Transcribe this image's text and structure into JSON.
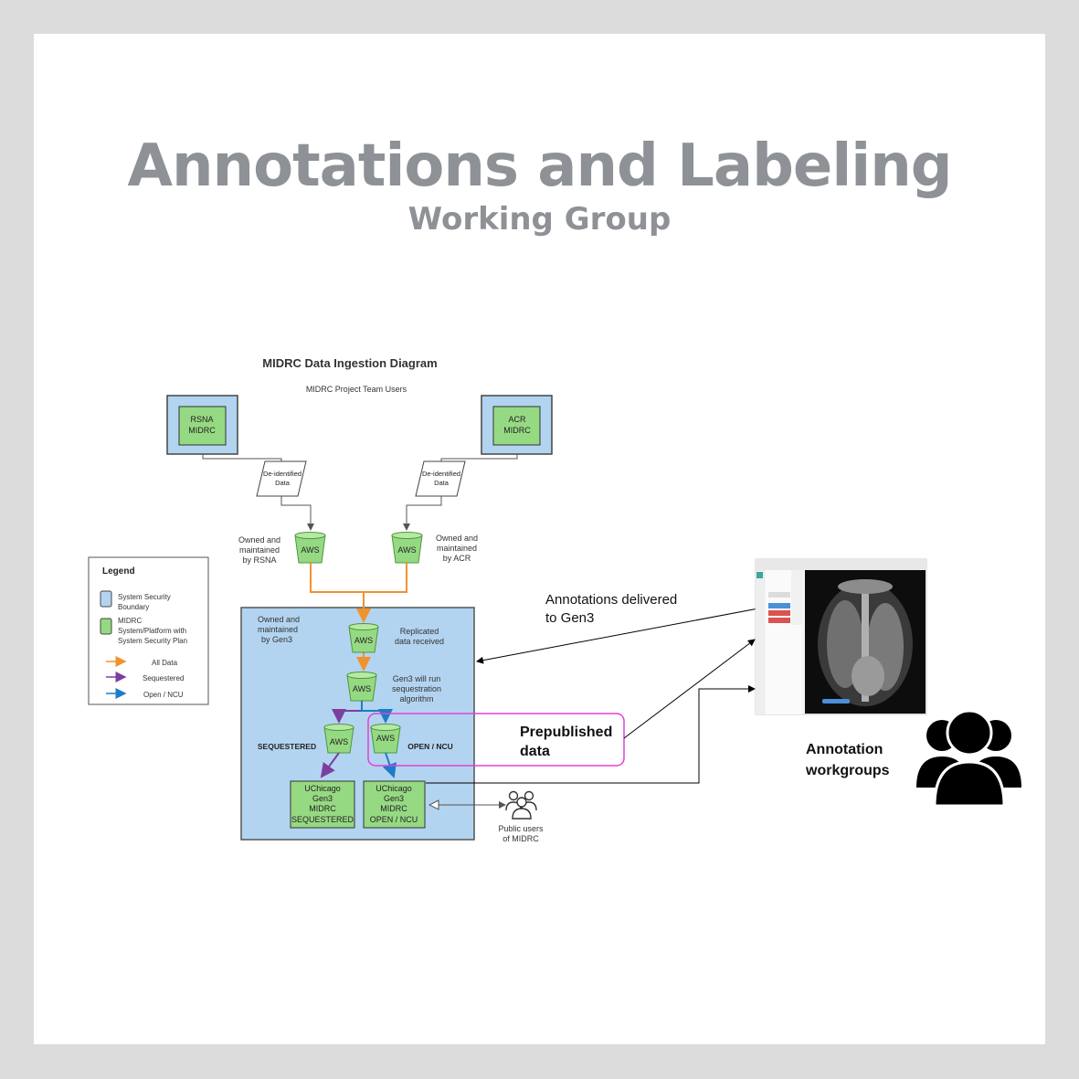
{
  "title": "Annotations and Labeling",
  "subtitle": "Working Group",
  "diagram": {
    "title": "MIDRC Data Ingestion Diagram",
    "users_label": "MIDRC Project Team Users",
    "rsna_line1": "RSNA",
    "rsna_line2": "MIDRC",
    "acr_line1": "ACR",
    "acr_line2": "MIDRC",
    "deid_line1": "De-identified",
    "deid_line2": "Data",
    "aws": "AWS",
    "owned_rsna": [
      "Owned and",
      "maintained",
      "by RSNA"
    ],
    "owned_acr": [
      "Owned and",
      "maintained",
      "by ACR"
    ],
    "owned_gen3": [
      "Owned and",
      "maintained",
      "by Gen3"
    ],
    "replicated": [
      "Replicated",
      "data received"
    ],
    "sequestration": [
      "Gen3 will run",
      "sequestration",
      "algorithm"
    ],
    "sequestered_label": "SEQUESTERED",
    "open_label": "OPEN / NCU",
    "uchicago_seq": [
      "UChicago",
      "Gen3",
      "MIDRC",
      "SEQUESTERED"
    ],
    "uchicago_open": [
      "UChicago",
      "Gen3",
      "MIDRC",
      "OPEN / NCU"
    ],
    "public_users": [
      "Public users",
      "of MIDRC"
    ],
    "legend": {
      "title": "Legend",
      "boundary": [
        "System Security",
        "Boundary"
      ],
      "platform": [
        "MIDRC",
        "System/Platform with",
        "System Security Plan"
      ],
      "all_data": "All Data",
      "sequestered": "Sequestered",
      "open_ncu": "Open / NCU"
    },
    "prepublished": [
      "Prepublished",
      "data"
    ],
    "annotations_delivered": [
      "Annotations delivered",
      "to Gen3"
    ],
    "annotation_workgroups": [
      "Annotation",
      "workgroups"
    ],
    "colors": {
      "boundary_fill": "#b3d4f0",
      "platform_fill": "#96d983",
      "all_data": "#f0922e",
      "sequestered": "#7b3fa0",
      "open": "#1c7cc7",
      "highlight": "#e040d8",
      "title_gray": "#8e9196"
    }
  }
}
